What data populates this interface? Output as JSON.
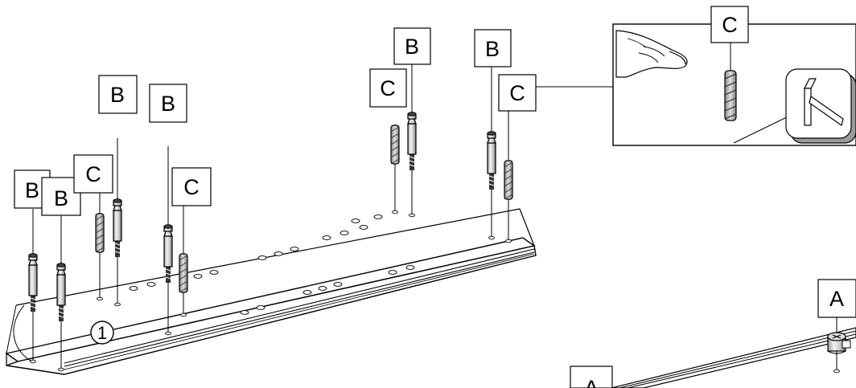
{
  "step_number": "1",
  "labels": {
    "dowel_pin": "B",
    "wood_dowel": "C",
    "cam_lock": "A"
  },
  "callouts": [
    {
      "id": "b1",
      "text": "B"
    },
    {
      "id": "b2",
      "text": "B"
    },
    {
      "id": "c1",
      "text": "C"
    },
    {
      "id": "b3",
      "text": "B"
    },
    {
      "id": "b4",
      "text": "B"
    },
    {
      "id": "c2",
      "text": "C"
    },
    {
      "id": "c3",
      "text": "C"
    },
    {
      "id": "b5",
      "text": "B"
    },
    {
      "id": "b6",
      "text": "B"
    },
    {
      "id": "c4",
      "text": "C"
    },
    {
      "id": "c5",
      "text": "C"
    },
    {
      "id": "a1",
      "text": "A"
    },
    {
      "id": "a2",
      "text": "A"
    }
  ],
  "colors": {
    "line": "#000000",
    "part_light": "#e6e6e6",
    "part_mid": "#b4b4b4",
    "part_dark": "#5a5a5a",
    "background": "#ffffff"
  }
}
